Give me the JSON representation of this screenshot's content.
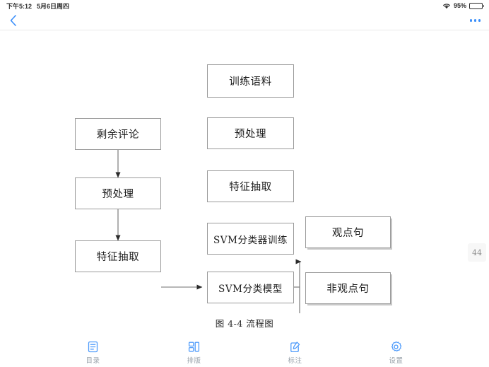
{
  "status_bar": {
    "time": "下午5:12",
    "date": "5月6日周四",
    "battery_percent": "95%",
    "wifi_icon": "wifi-icon",
    "battery_icon": "battery-icon"
  },
  "nav_bar": {
    "back_icon": "chevron-left-icon",
    "more_icon": "more-horizontal-icon",
    "accent_color": "#3b8ffa"
  },
  "reader": {
    "page_number": "44",
    "caption": "图 4-4  流程图"
  },
  "chart_data": {
    "type": "diagram",
    "title": "图 4-4  流程图",
    "nodes": [
      {
        "id": "n1",
        "label": "训练语料",
        "column": "right"
      },
      {
        "id": "n2",
        "label": "预处理",
        "column": "right"
      },
      {
        "id": "n3",
        "label": "特征抽取",
        "column": "right"
      },
      {
        "id": "n4",
        "label": "SVM分类器训练",
        "column": "right"
      },
      {
        "id": "n5",
        "label": "SVM分类模型",
        "column": "right"
      },
      {
        "id": "n6",
        "label": "剩余评论",
        "column": "left"
      },
      {
        "id": "n7",
        "label": "预处理",
        "column": "left"
      },
      {
        "id": "n8",
        "label": "特征抽取",
        "column": "left"
      },
      {
        "id": "n9",
        "label": "观点句",
        "column": "output"
      },
      {
        "id": "n10",
        "label": "非观点句",
        "column": "output"
      }
    ],
    "edges": [
      {
        "from": "n1",
        "to": "n2",
        "direction": "down"
      },
      {
        "from": "n2",
        "to": "n3",
        "direction": "down"
      },
      {
        "from": "n3",
        "to": "n4",
        "direction": "down"
      },
      {
        "from": "n4",
        "to": "n5",
        "direction": "down"
      },
      {
        "from": "n6",
        "to": "n7",
        "direction": "down"
      },
      {
        "from": "n7",
        "to": "n8",
        "direction": "down"
      },
      {
        "from": "n8",
        "to": "n5",
        "direction": "right"
      },
      {
        "from": "n5",
        "to": "n9",
        "direction": "right-branch-up"
      },
      {
        "from": "n5",
        "to": "n10",
        "direction": "right-branch-down"
      }
    ],
    "box_border_color": "#9a9a9a",
    "line_color": "#6f6f6f"
  },
  "toolbar": {
    "items": [
      {
        "label": "目录",
        "icon": "contents-icon"
      },
      {
        "label": "排版",
        "icon": "layout-icon"
      },
      {
        "label": "标注",
        "icon": "annotate-icon"
      },
      {
        "label": "设置",
        "icon": "gear-icon"
      }
    ],
    "icon_color": "#4e9bfb",
    "label_color": "#9aa3ab"
  }
}
